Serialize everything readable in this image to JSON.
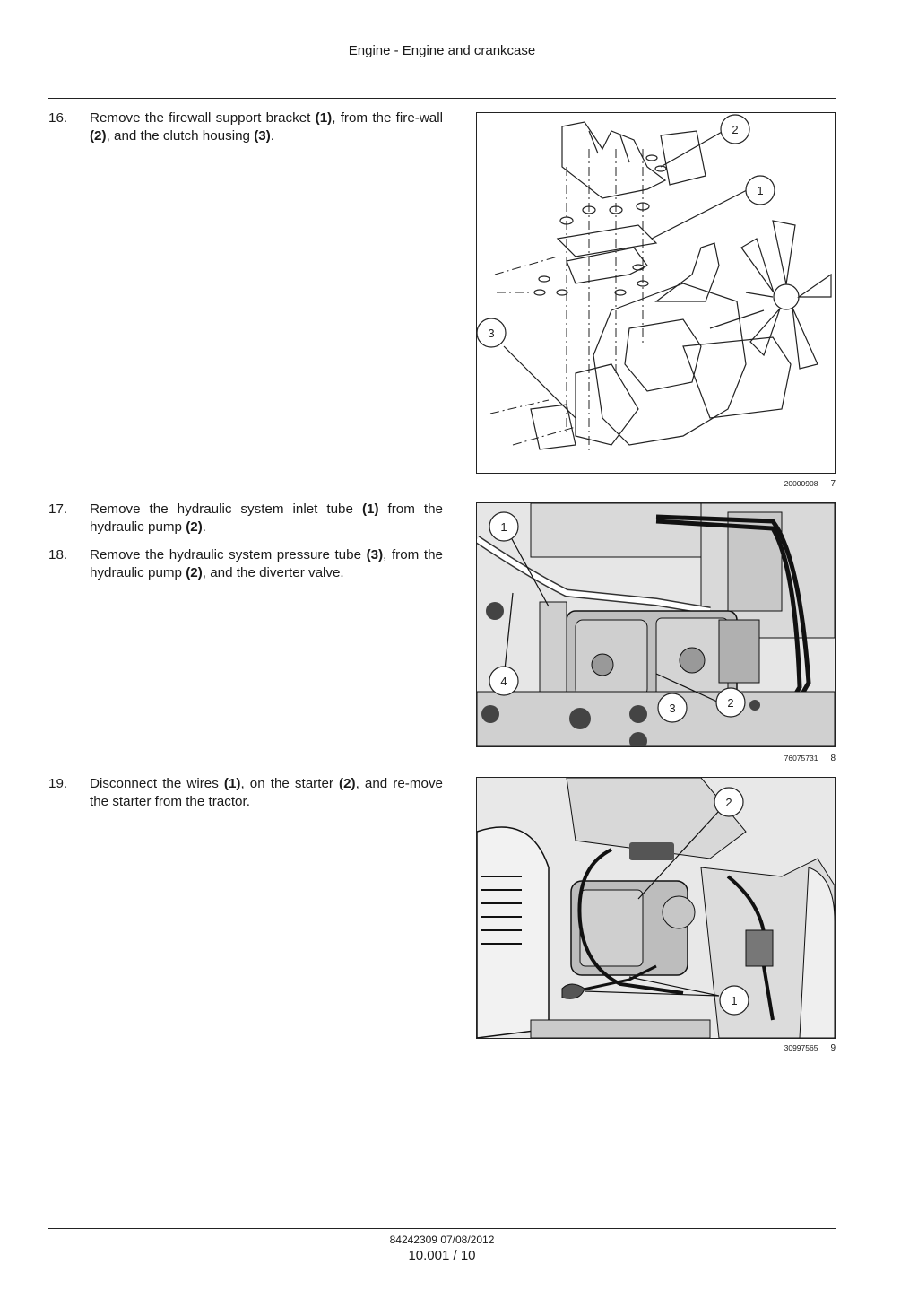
{
  "header": {
    "title": "Engine - Engine and crankcase"
  },
  "steps": [
    {
      "number": "16.",
      "parts": [
        "Remove the firewall support bracket ",
        "(1)",
        ", from the fire-wall ",
        "(2)",
        ", and the clutch housing ",
        "(3)",
        "."
      ]
    },
    {
      "number": "17.",
      "parts": [
        "Remove the hydraulic system inlet tube ",
        "(1)",
        " from the hydraulic pump ",
        "(2)",
        "."
      ]
    },
    {
      "number": "18.",
      "parts": [
        "Remove the hydraulic system pressure tube ",
        "(3)",
        ", from the hydraulic pump ",
        "(2)",
        ", and the diverter valve."
      ]
    },
    {
      "number": "19.",
      "parts": [
        "Disconnect the wires ",
        "(1)",
        ", on the starter ",
        "(2)",
        ", and re-move the starter from the tractor."
      ]
    }
  ],
  "figures": [
    {
      "id": "20000908",
      "number": "7",
      "callouts": [
        "2",
        "1",
        "3"
      ]
    },
    {
      "id": "76075731",
      "number": "8",
      "callouts": [
        "1",
        "4",
        "3",
        "2"
      ]
    },
    {
      "id": "30997565",
      "number": "9",
      "callouts": [
        "2",
        "1"
      ]
    }
  ],
  "footer": {
    "doc": "84242309 07/08/2012",
    "page": "10.001 / 10"
  }
}
